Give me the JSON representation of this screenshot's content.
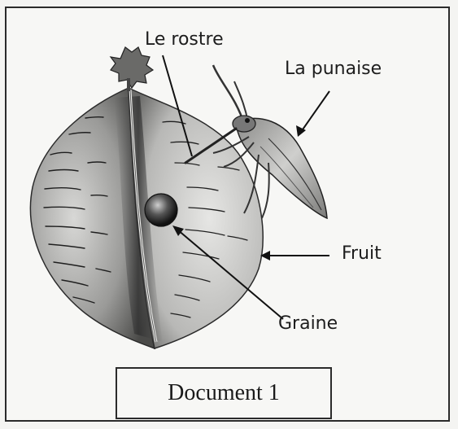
{
  "labels": {
    "rostre": "Le rostre",
    "punaise": "La punaise",
    "fruit": "Fruit",
    "graine": "Graine"
  },
  "caption": "Document 1"
}
